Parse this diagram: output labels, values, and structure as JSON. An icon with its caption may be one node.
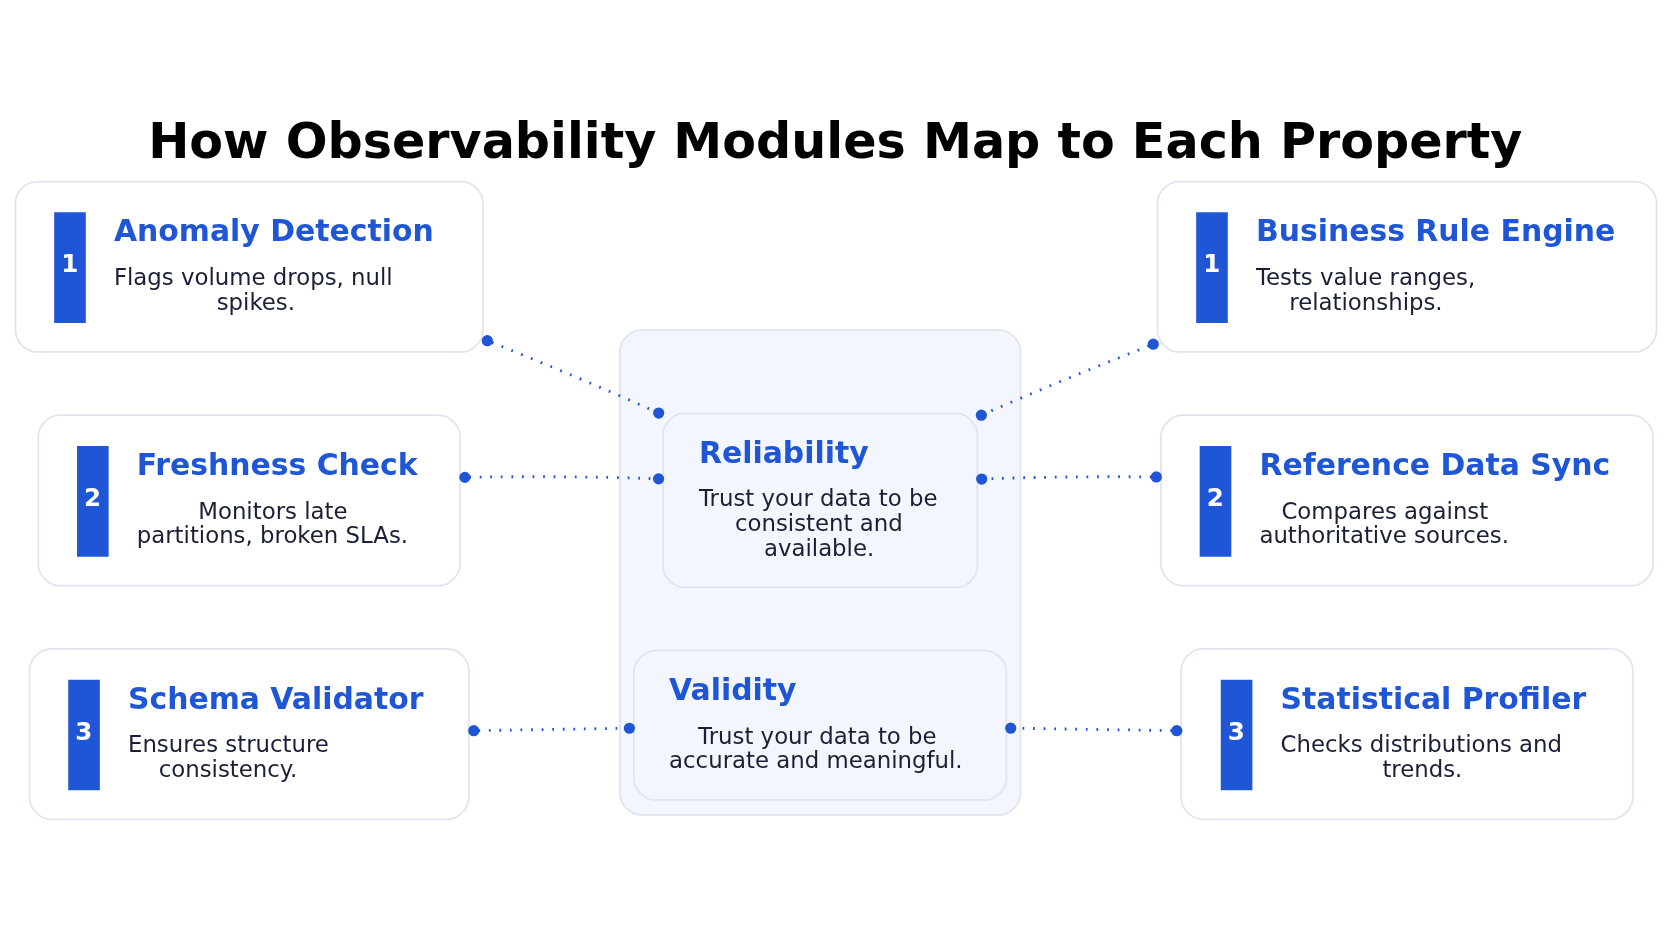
{
  "diagram": {
    "title": "How Observability Modules Map to Each Property",
    "nodes": [
      {
        "text": [],
        "shape": "box"
      },
      {
        "text": [
          "Reliability",
          "Trust your data to be consistent and available."
        ],
        "in": 0
      },
      {
        "text": [
          "Validity",
          "Trust your data to be accurate and meaningful."
        ],
        "in": 0
      },
      {
        "text": [
          "1",
          "Anomaly Detection",
          "Flags volume drops, null spikes."
        ]
      },
      {
        "text": [
          "2",
          "Freshness Check",
          "Monitors late partitions, broken SLAs."
        ]
      },
      {
        "text": [
          "3",
          "Schema Validator",
          "Ensures structure consistency."
        ]
      },
      {
        "text": [
          "1",
          "Business Rule Engine",
          "Tests value ranges, relationships."
        ]
      },
      {
        "text": [
          "2",
          "Reference Data Sync",
          "Compares against authoritative sources."
        ]
      },
      {
        "text": [
          "3",
          "Statistical Profiler",
          "Checks distributions and trends."
        ]
      }
    ],
    "edges": [
      {
        "from": 3,
        "to": 1,
        "arrow": "other",
        "style": "dashed"
      },
      {
        "from": 4,
        "to": 1,
        "arrow": "other",
        "style": "dashed"
      },
      {
        "from": 5,
        "to": 2,
        "arrow": "other",
        "style": "dashed"
      },
      {
        "from": 6,
        "to": 1,
        "arrow": "other",
        "style": "dashed"
      },
      {
        "from": 7,
        "to": 1,
        "arrow": "other",
        "style": "dashed"
      },
      {
        "from": 8,
        "to": 2,
        "arrow": "other",
        "style": "dashed"
      }
    ]
  }
}
